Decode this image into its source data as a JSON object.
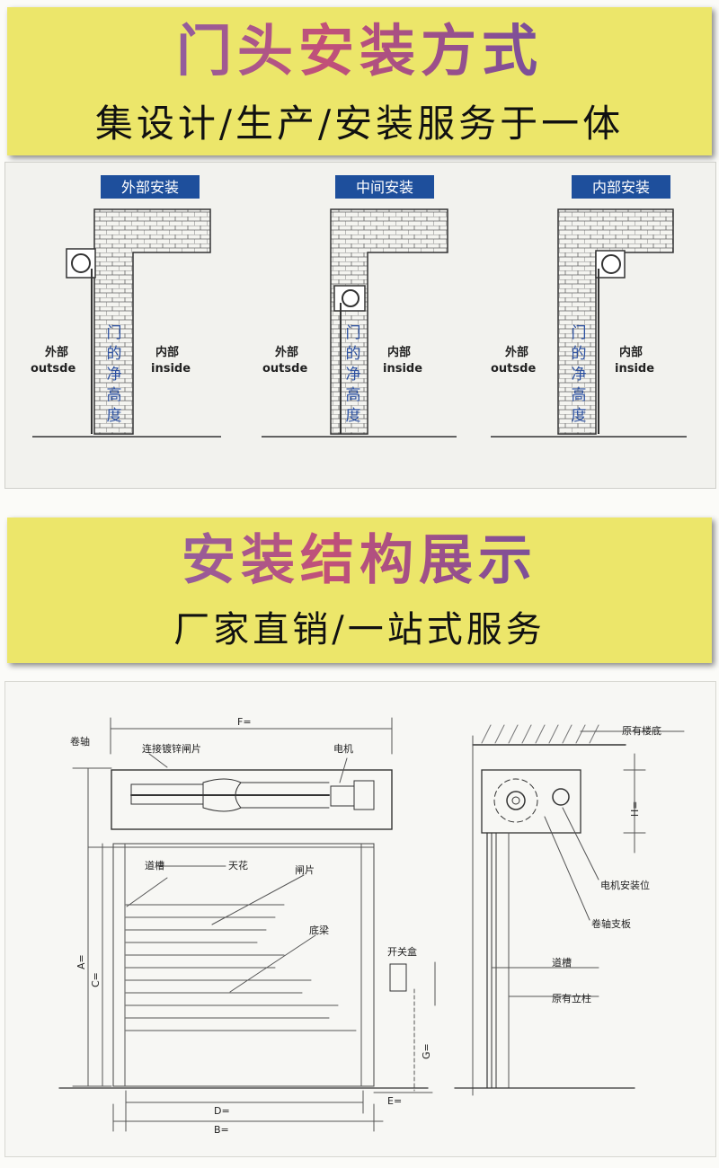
{
  "banner1": {
    "title": "门头安装方式",
    "subtitle": "集设计/生产/安装服务于一体"
  },
  "banner2": {
    "title": "安装结构展示",
    "subtitle": "厂家直销/一站式服务"
  },
  "methods": [
    {
      "label": "外部安装",
      "outside_cn": "外部",
      "outside_en": "outsde",
      "inside_cn": "内部",
      "inside_en": "inside",
      "height_text": [
        "门",
        "的",
        "净",
        "高",
        "度"
      ]
    },
    {
      "label": "中间安装",
      "outside_cn": "外部",
      "outside_en": "outsde",
      "inside_cn": "内部",
      "inside_en": "inside",
      "height_text": [
        "门",
        "的",
        "净",
        "高",
        "度"
      ]
    },
    {
      "label": "内部安装",
      "outside_cn": "外部",
      "outside_en": "outsde",
      "inside_cn": "内部",
      "inside_en": "inside",
      "height_text": [
        "门",
        "的",
        "净",
        "高",
        "度"
      ]
    }
  ],
  "structure": {
    "front": {
      "reel": "卷轴",
      "f_dim": "F=",
      "link_slats": "连接镀锌闸片",
      "motor": "电机",
      "ceiling": "天花",
      "track": "道槽",
      "slats": "闸片",
      "bottom_beam": "底梁",
      "switch_box": "开关盒",
      "a_dim": "A=",
      "c_dim": "C=",
      "d_dim": "D=",
      "b_dim": "B=",
      "e_dim": "E="
    },
    "side": {
      "floor_slab": "原有楼底",
      "motor_pos": "电机安装位",
      "reel_plate": "卷轴支板",
      "track": "道槽",
      "column": "原有立柱",
      "h_dim": "H=",
      "g_dim": "G="
    }
  },
  "colors": {
    "banner": "#ece66a",
    "label_bg": "#1e4f9c",
    "blue_text": "#2a4fa0"
  }
}
